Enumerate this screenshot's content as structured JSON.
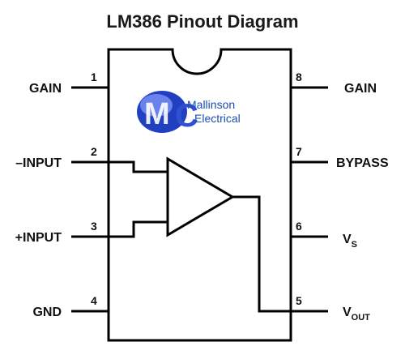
{
  "title": "LM386 Pinout Diagram",
  "logo": {
    "line1": "Mallinson",
    "line2": "Electrical",
    "colors": {
      "primary": "#2040c0",
      "secondary": "#8aa0ff"
    }
  },
  "pins": [
    {
      "number": "1",
      "label": "GAIN"
    },
    {
      "number": "2",
      "label": "–INPUT"
    },
    {
      "number": "3",
      "label": "+INPUT"
    },
    {
      "number": "4",
      "label": "GND"
    },
    {
      "number": "5",
      "label": "V",
      "sub": "OUT"
    },
    {
      "number": "6",
      "label": "V",
      "sub": "S"
    },
    {
      "number": "7",
      "label": "BYPASS"
    },
    {
      "number": "8",
      "label": "GAIN"
    }
  ]
}
